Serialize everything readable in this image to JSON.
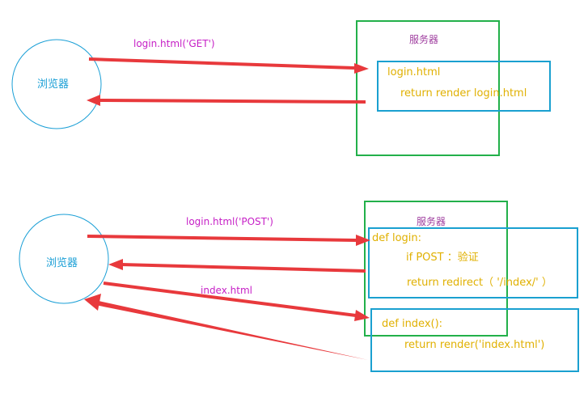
{
  "top": {
    "browser_label": "浏览器",
    "server_label": "服务器",
    "request_label": "login.html('GET')",
    "code_line1": "login.html",
    "code_line2": "return render login.html"
  },
  "bottom": {
    "browser_label": "浏览器",
    "server_label": "服务器",
    "request_label": "login.html('POST')",
    "redirect_label": "index.html",
    "login_def": "def login:",
    "login_check": "if POST  ：验证",
    "login_redirect": "return redirect（ '/index/' ）",
    "index_def": "def index():",
    "index_return": "return render('index.html')"
  },
  "colors": {
    "arrow": "#e8393c",
    "browser_circle": "#1a9fd6",
    "server_box": "#22b04a",
    "code_box": "#1aa0d0",
    "label_text": "#c61fc6",
    "code_text": "#e0b000"
  }
}
